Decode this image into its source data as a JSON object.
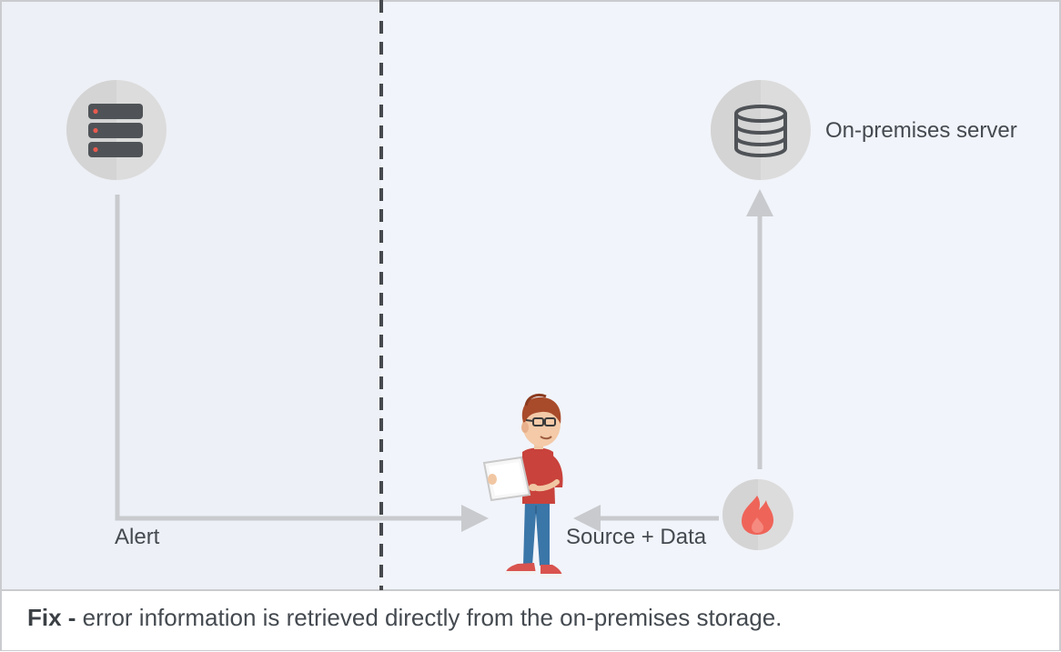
{
  "labels": {
    "server": "On-premises server",
    "alert": "Alert",
    "source_data": "Source + Data"
  },
  "caption": {
    "bold": "Fix -",
    "text": " error information is retrieved directly from the on-premises storage."
  },
  "icons": [
    "server-rack-icon",
    "database-icon",
    "fire-icon",
    "developer-person"
  ],
  "colors": {
    "left_panel": "#edf0f6",
    "right_panel": "#f1f4fa",
    "border": "#c9cbce",
    "arrow": "#c8cacd",
    "icon_circle": "#dcdcdc",
    "icon_dark": "#4f5357",
    "led_red": "#e85a4f",
    "fire": "#ef6459"
  }
}
